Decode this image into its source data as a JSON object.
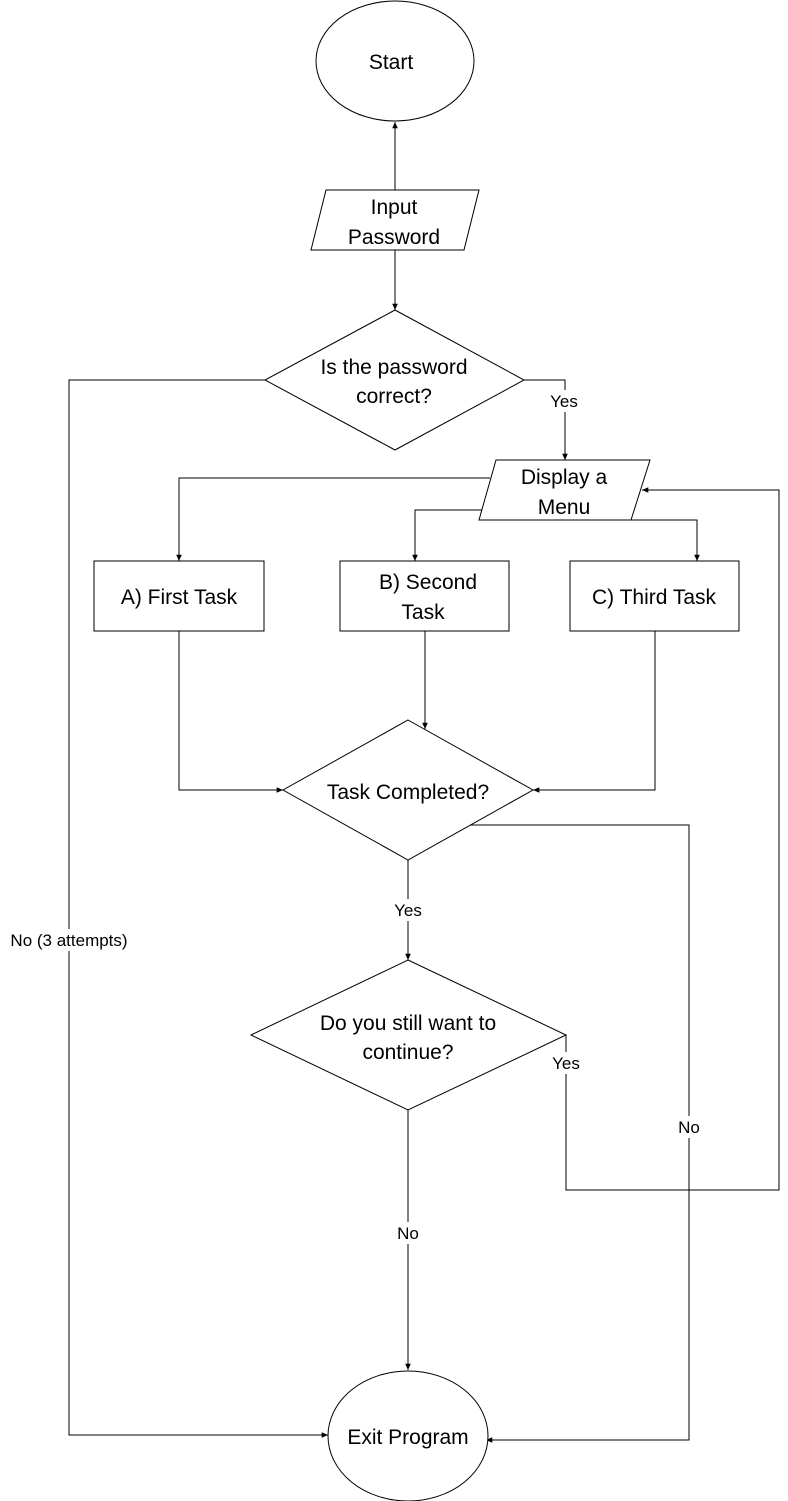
{
  "nodes": {
    "start": {
      "lines": [
        "Start"
      ]
    },
    "input_password": {
      "lines": [
        "Input",
        "Password"
      ]
    },
    "password_check": {
      "lines": [
        "Is the password",
        "correct?"
      ]
    },
    "display_menu": {
      "lines": [
        "Display a",
        "Menu"
      ]
    },
    "task_a": {
      "lines": [
        "A) First Task"
      ]
    },
    "task_b": {
      "lines": [
        "B) Second",
        "Task"
      ]
    },
    "task_c": {
      "lines": [
        "C) Third Task"
      ]
    },
    "task_completed": {
      "lines": [
        "Task Completed?"
      ]
    },
    "continue_check": {
      "lines": [
        "Do you still want to",
        "continue?"
      ]
    },
    "exit": {
      "lines": [
        "Exit Program"
      ]
    }
  },
  "edge_labels": {
    "password_yes": "Yes",
    "password_no": "No (3 attempts)",
    "completed_yes": "Yes",
    "completed_no": "No",
    "continue_yes": "Yes",
    "continue_no": "No"
  }
}
